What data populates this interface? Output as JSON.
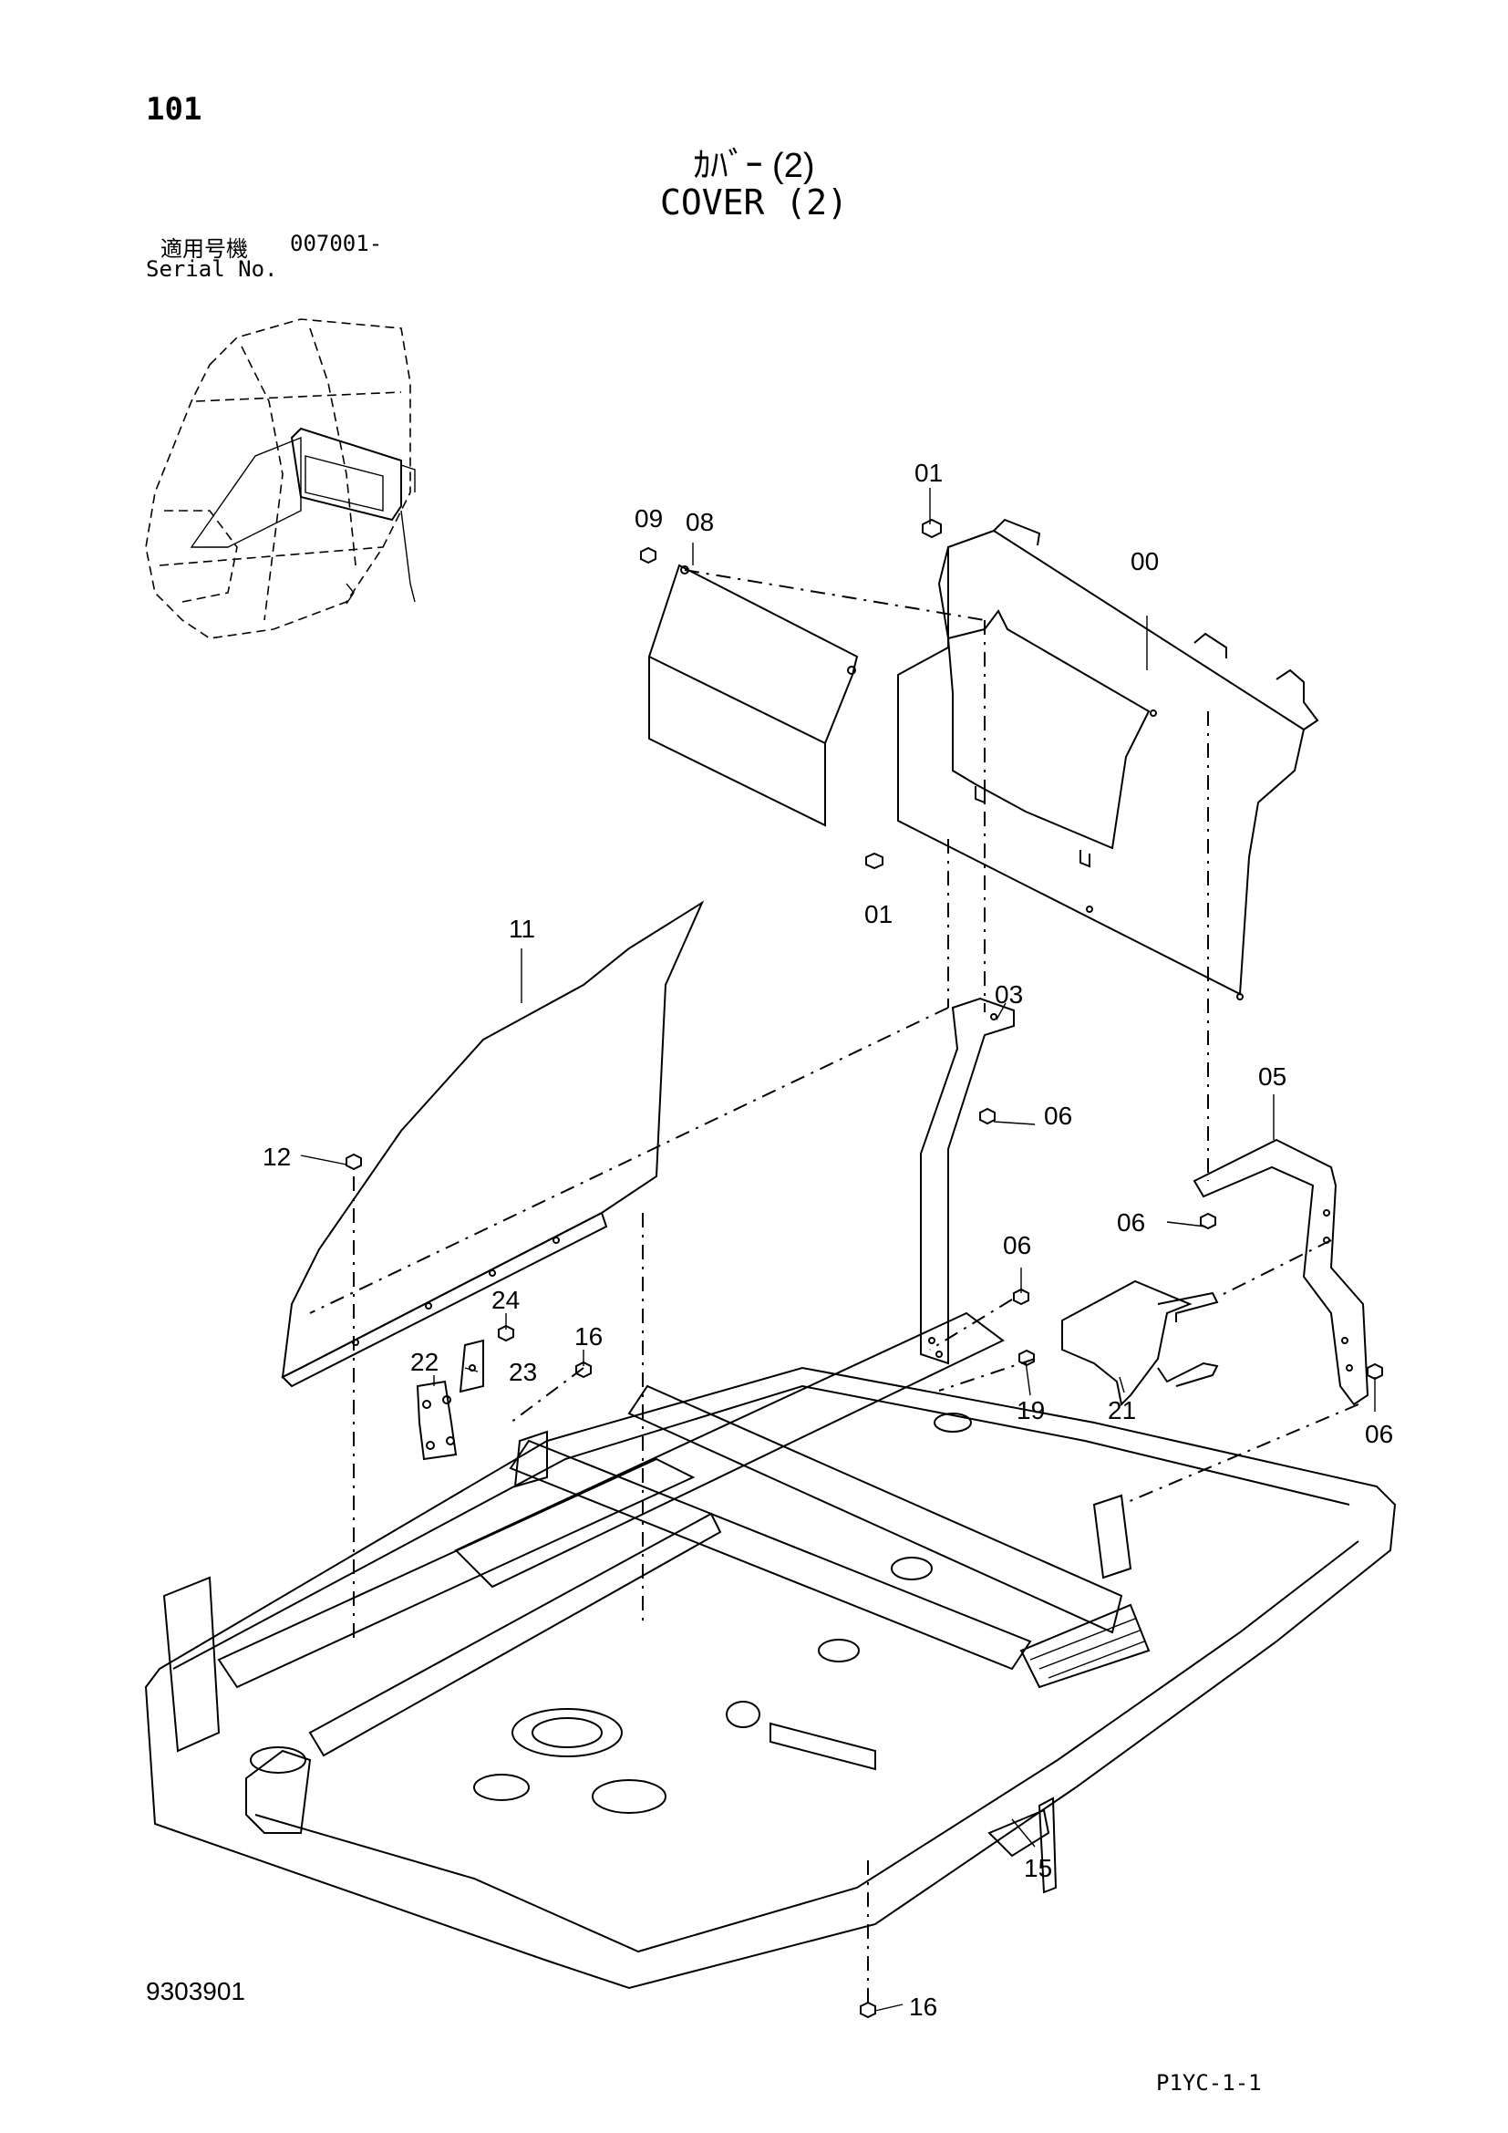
{
  "page": {
    "number": "101",
    "title_jp": "ｶﾊﾞｰ (2)",
    "title_en": "COVER (2)",
    "serial_label_jp": "適用号機",
    "serial_code": "007001-",
    "serial_label_en": "Serial No.",
    "document_id": "9303901",
    "page_code": "P1YC-1-1"
  },
  "callouts": [
    {
      "key": "01-top",
      "label": "01"
    },
    {
      "key": "01-bottom",
      "label": "01"
    },
    {
      "key": "00",
      "label": "00"
    },
    {
      "key": "09",
      "label": "09"
    },
    {
      "key": "08",
      "label": "08"
    },
    {
      "key": "11",
      "label": "11"
    },
    {
      "key": "03",
      "label": "03"
    },
    {
      "key": "06-a",
      "label": "06"
    },
    {
      "key": "05",
      "label": "05"
    },
    {
      "key": "12",
      "label": "12"
    },
    {
      "key": "06-b",
      "label": "06"
    },
    {
      "key": "06-c",
      "label": "06"
    },
    {
      "key": "24",
      "label": "24"
    },
    {
      "key": "16-a",
      "label": "16"
    },
    {
      "key": "22",
      "label": "22"
    },
    {
      "key": "23",
      "label": "23"
    },
    {
      "key": "19",
      "label": "19"
    },
    {
      "key": "21",
      "label": "21"
    },
    {
      "key": "06-d",
      "label": "06"
    },
    {
      "key": "15",
      "label": "15"
    },
    {
      "key": "16-b",
      "label": "16"
    }
  ]
}
